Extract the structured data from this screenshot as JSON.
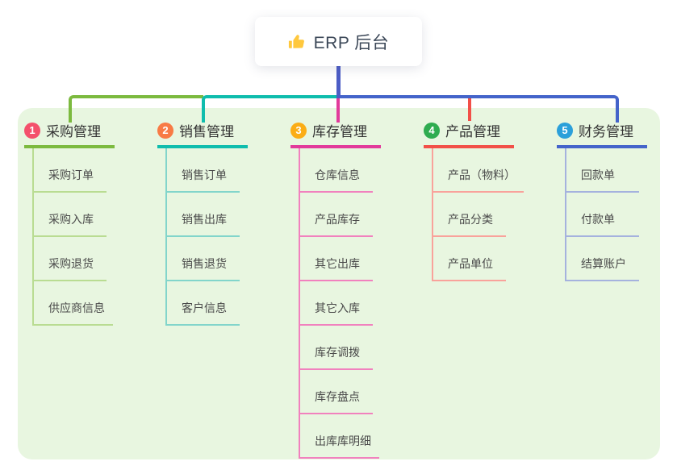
{
  "root": {
    "label": "ERP 后台",
    "icon": "thumbs-up-icon",
    "icon_color": "#FFC83D",
    "text_color": "#3C4858",
    "stem_color": "#4C5DC6"
  },
  "panel": {
    "bg": "#E8F6E0"
  },
  "branches": [
    {
      "index": "1",
      "label": "采购管理",
      "badge_color": "#F4506C",
      "accent": "#7CBA3F",
      "light": "#B9DC92",
      "children": [
        "采购订单",
        "采购入库",
        "采购退货",
        "供应商信息"
      ]
    },
    {
      "index": "2",
      "label": "销售管理",
      "badge_color": "#F87B45",
      "accent": "#0FBDAD",
      "light": "#82D5CB",
      "children": [
        "销售订单",
        "销售出库",
        "销售退货",
        "客户信息"
      ]
    },
    {
      "index": "3",
      "label": "库存管理",
      "badge_color": "#FBAD16",
      "accent": "#E23A9B",
      "light": "#F181BE",
      "children": [
        "仓库信息",
        "产品库存",
        "其它出库",
        "其它入库",
        "库存调拨",
        "库存盘点",
        "出库库明细"
      ]
    },
    {
      "index": "4",
      "label": "产品管理",
      "badge_color": "#2FAC50",
      "accent": "#F25048",
      "light": "#F9A29B",
      "children": [
        "产品（物料）",
        "产品分类",
        "产品单位"
      ]
    },
    {
      "index": "5",
      "label": "财务管理",
      "badge_color": "#2BA0DA",
      "accent": "#4464CA",
      "light": "#A5B2DE",
      "children": [
        "回款单",
        "付款单",
        "结算账户"
      ]
    }
  ]
}
